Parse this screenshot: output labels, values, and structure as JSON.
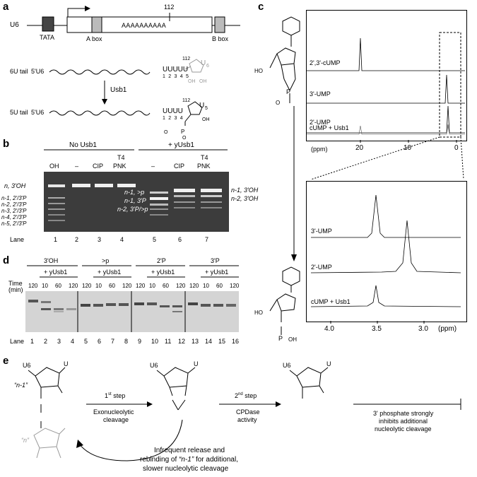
{
  "panels": {
    "a": "a",
    "b": "b",
    "c": "c",
    "d": "d",
    "e": "e"
  },
  "a": {
    "u6": "U6",
    "tata": "TATA",
    "abox": "A box",
    "bbox": "B box",
    "poly": "AAAAAAAAAA",
    "n112": "112",
    "tail6": "6U tail",
    "tail5": "5U tail",
    "u6_5p": "5'U6",
    "u6_5p_b": "5'U6",
    "usb1": "Usb1",
    "top_seq": "UUUUU",
    "top_idx": "1 2 3 4 5",
    "top_112": "112",
    "u6sub": "U",
    "u6n": "6",
    "bot_seq": "UUUU",
    "bot_idx": "1 2 3 4",
    "bot_112": "112",
    "u5sub": "U",
    "u5n": "5",
    "oh1": "OH",
    "oh2": "OH",
    "oh3": "OH",
    "o_minus": "O",
    "p": "P",
    "o": "O"
  },
  "b": {
    "no_usb1": "No Usb1",
    "y_usb1": "+ yUsb1",
    "cols": [
      "OH",
      "–",
      "CIP",
      "T4\nPNK",
      "–",
      "CIP",
      "T4\nPNK"
    ],
    "t4": "T4",
    "pnk": "PNK",
    "oh": "OH",
    "dash": "–",
    "cip": "CIP",
    "left_labels": [
      "n, 3'OH",
      "n-1, 2'/3'P",
      "n-2, 2'/3'P",
      "n-3, 2'/3'P",
      "n-4, 2'/3'P",
      "n-5, 2'/3'P"
    ],
    "mid_labels": [
      "n-1, >p",
      "n-1, 3'P",
      "n-2, 3'P/>p"
    ],
    "right_labels": [
      "n-1, 3'OH",
      "n-2, 3'OH"
    ],
    "lane": "Lane",
    "lanes": [
      "1",
      "2",
      "3",
      "4",
      "5",
      "6",
      "7"
    ]
  },
  "c": {
    "spectra_top": [
      "2',3'-cUMP",
      "3'-UMP",
      "2'-UMP",
      "cUMP + Usb1"
    ],
    "axis_top_ticks": [
      "20",
      "10",
      "0"
    ],
    "ppm": "(ppm)",
    "spectra_bot": [
      "3'-UMP",
      "2'-UMP",
      "cUMP + Usb1"
    ],
    "axis_bot_ticks": [
      "4.0",
      "3.5",
      "3.0"
    ],
    "ppm2": "(ppm)",
    "ho": "HO",
    "ho2": "HO",
    "o": "O",
    "p": "P",
    "oh": "OH"
  },
  "d": {
    "groups": [
      "3'OH",
      ">p",
      "2'P",
      "3'P"
    ],
    "sub": "+ yUsb1",
    "time": "Time\n(min)",
    "time_l1": "Time",
    "time_l2": "(min)",
    "times": [
      "120",
      "10",
      "60",
      "120",
      "120",
      "10",
      "60",
      "120",
      "120",
      "10",
      "60",
      "120",
      "120",
      "10",
      "60",
      "120"
    ],
    "lane": "Lane",
    "lanes": [
      "1",
      "2",
      "3",
      "4",
      "5",
      "6",
      "7",
      "8",
      "9",
      "10",
      "11",
      "12",
      "13",
      "14",
      "15",
      "16"
    ]
  },
  "e": {
    "u6": "U6",
    "u": "U",
    "n1": "“n-1”",
    "n": "“n”",
    "step1_a": "1",
    "step1_sup": "st",
    "step1_b": " step",
    "step1_desc": "Exonucleolytic\ncleavage",
    "step1_l1": "Exonucleolytic",
    "step1_l2": "cleavage",
    "step2_a": "2",
    "step2_sup": "nd",
    "step2_b": " step",
    "step2_l1": "CPDase",
    "step2_l2": "activity",
    "inhib_l1": "3' phosphate strongly",
    "inhib_l2": "inhibits additional",
    "inhib_l3": "nucleolytic cleavage",
    "release_l1": "Infrequent release and",
    "release_l2": "rebinding of",
    "release_q": "“n-1”",
    "release_l2b": " for additional,",
    "release_l3": "slower nucleolytic cleavage"
  }
}
